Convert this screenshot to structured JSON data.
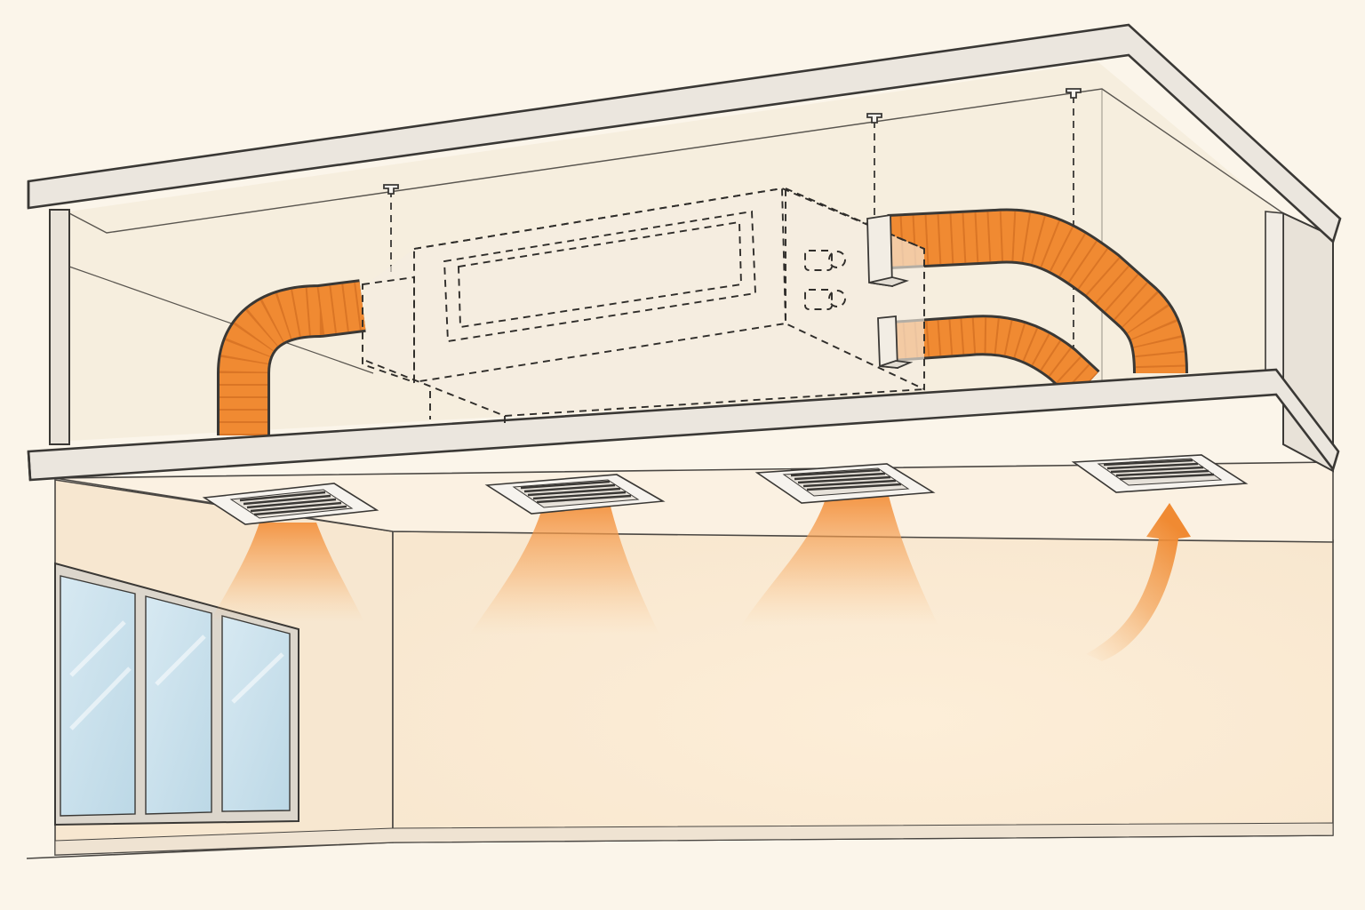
{
  "diagram": {
    "subject": "ducted-ceiling-air-handler",
    "components": {
      "air_handler": {
        "outline": "dashed",
        "hanger_rods": 3
      },
      "ducts": {
        "count": 3,
        "style": "flexible-corrugated"
      },
      "supply_grilles": {
        "count": 3
      },
      "return_grille": {
        "count": 1
      },
      "window": {
        "panes": 3
      }
    },
    "colors": {
      "duct": "#f08a32",
      "duct_dark": "#c9641c",
      "airflow": "#f3923f",
      "wall": "#f8ecd9",
      "slab": "#ece7de",
      "outline": "#3a3835",
      "glass": "#cfe4ef"
    }
  }
}
